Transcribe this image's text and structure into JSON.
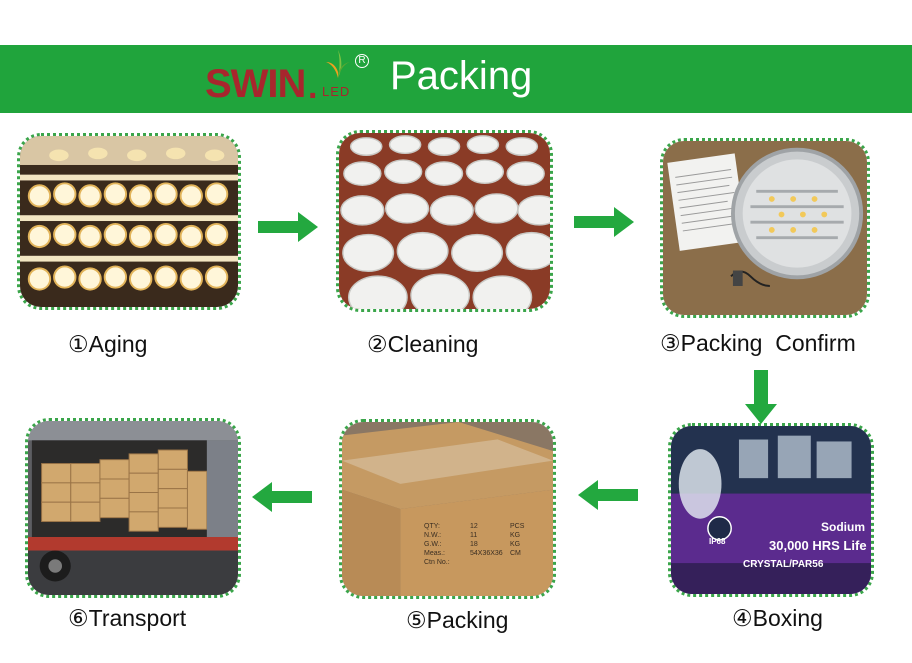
{
  "header": {
    "logo_brand": "SWIN",
    "logo_dot": ".",
    "logo_sub": "LED",
    "logo_reg": "R",
    "title": "Packing"
  },
  "steps": [
    {
      "caption": "①Aging"
    },
    {
      "caption": "②Cleaning"
    },
    {
      "caption": "③Packing  Confirm"
    },
    {
      "caption": "④Boxing"
    },
    {
      "caption": "⑤Packing"
    },
    {
      "caption": "⑥Transport"
    }
  ],
  "photo_text": {
    "carton": {
      "rows": [
        [
          "QTY:",
          "12",
          "PCS"
        ],
        [
          "N.W.:",
          "11",
          "KG"
        ],
        [
          "G.W.:",
          "18",
          "KG"
        ],
        [
          "Meas.:",
          "54X36X36",
          "CM"
        ],
        [
          "Ctn No.:",
          "",
          ""
        ]
      ]
    },
    "box": {
      "badge": "IP68",
      "line1": "Sodium",
      "line2": "30,000 HRS Life",
      "line3": "CRYSTAL/PAR56"
    }
  },
  "colors": {
    "banner": "#20a43c",
    "brand_red": "#a8262d",
    "arrow": "#23a83f",
    "photo_border": "#3aa54a"
  }
}
